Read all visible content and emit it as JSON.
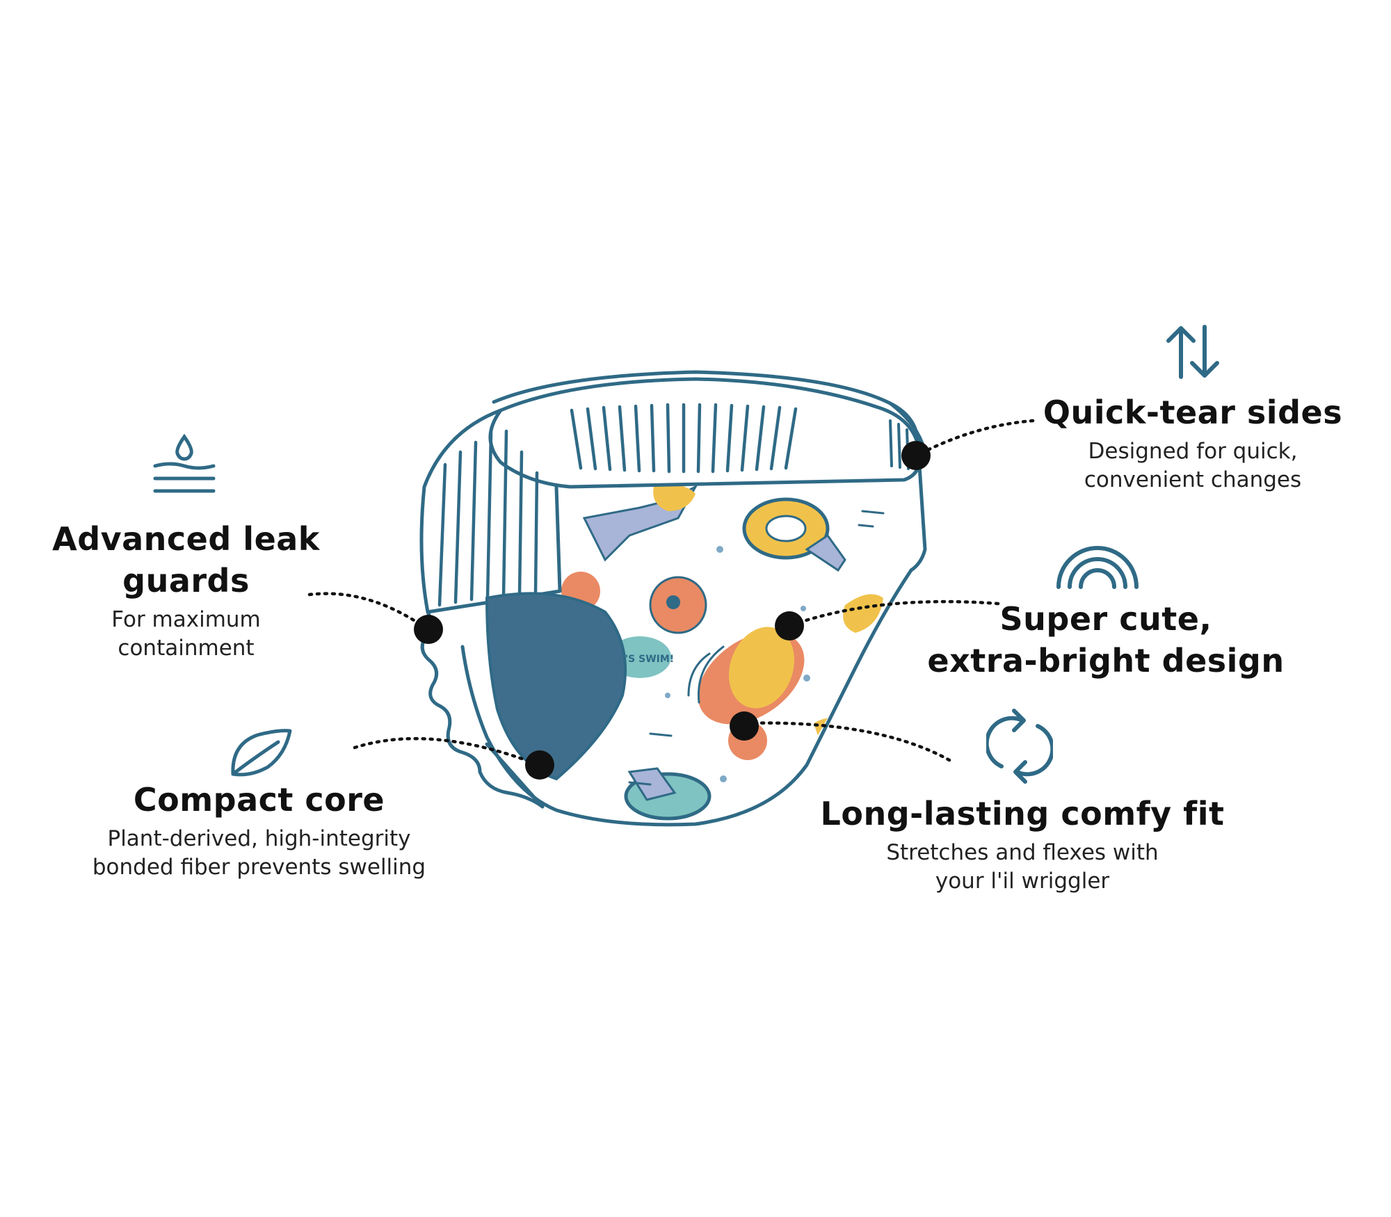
{
  "colors": {
    "outline": "#2f6a86",
    "core": "#3f6e8c",
    "dot": "#111111",
    "print_orange": "#e98a64",
    "print_yellow": "#f1c24b",
    "print_lavender": "#a8b4d8",
    "print_teal": "#7fc3c2"
  },
  "diagram": {
    "bubble_text": "LET'S SWIM!"
  },
  "features": {
    "leak": {
      "icon": "water-drop-waves-icon",
      "title_lines": [
        "Advanced leak",
        "guards"
      ],
      "desc_lines": [
        "For maximum",
        "containment"
      ]
    },
    "core": {
      "icon": "leaf-icon",
      "title_lines": [
        "Compact core"
      ],
      "desc_lines": [
        "Plant-derived, high-integrity",
        "bonded fiber prevents swelling"
      ]
    },
    "tear": {
      "icon": "up-down-arrows-icon",
      "title_lines": [
        "Quick-tear sides"
      ],
      "desc_lines": [
        "Designed for quick,",
        "convenient changes"
      ]
    },
    "design": {
      "icon": "rainbow-icon",
      "title_lines": [
        "Super cute,",
        "extra-bright design"
      ],
      "desc_lines": []
    },
    "fit": {
      "icon": "refresh-cycle-icon",
      "title_lines": [
        "Long-lasting comfy fit"
      ],
      "desc_lines": [
        "Stretches and flexes with",
        "your l'il wriggler"
      ]
    }
  }
}
